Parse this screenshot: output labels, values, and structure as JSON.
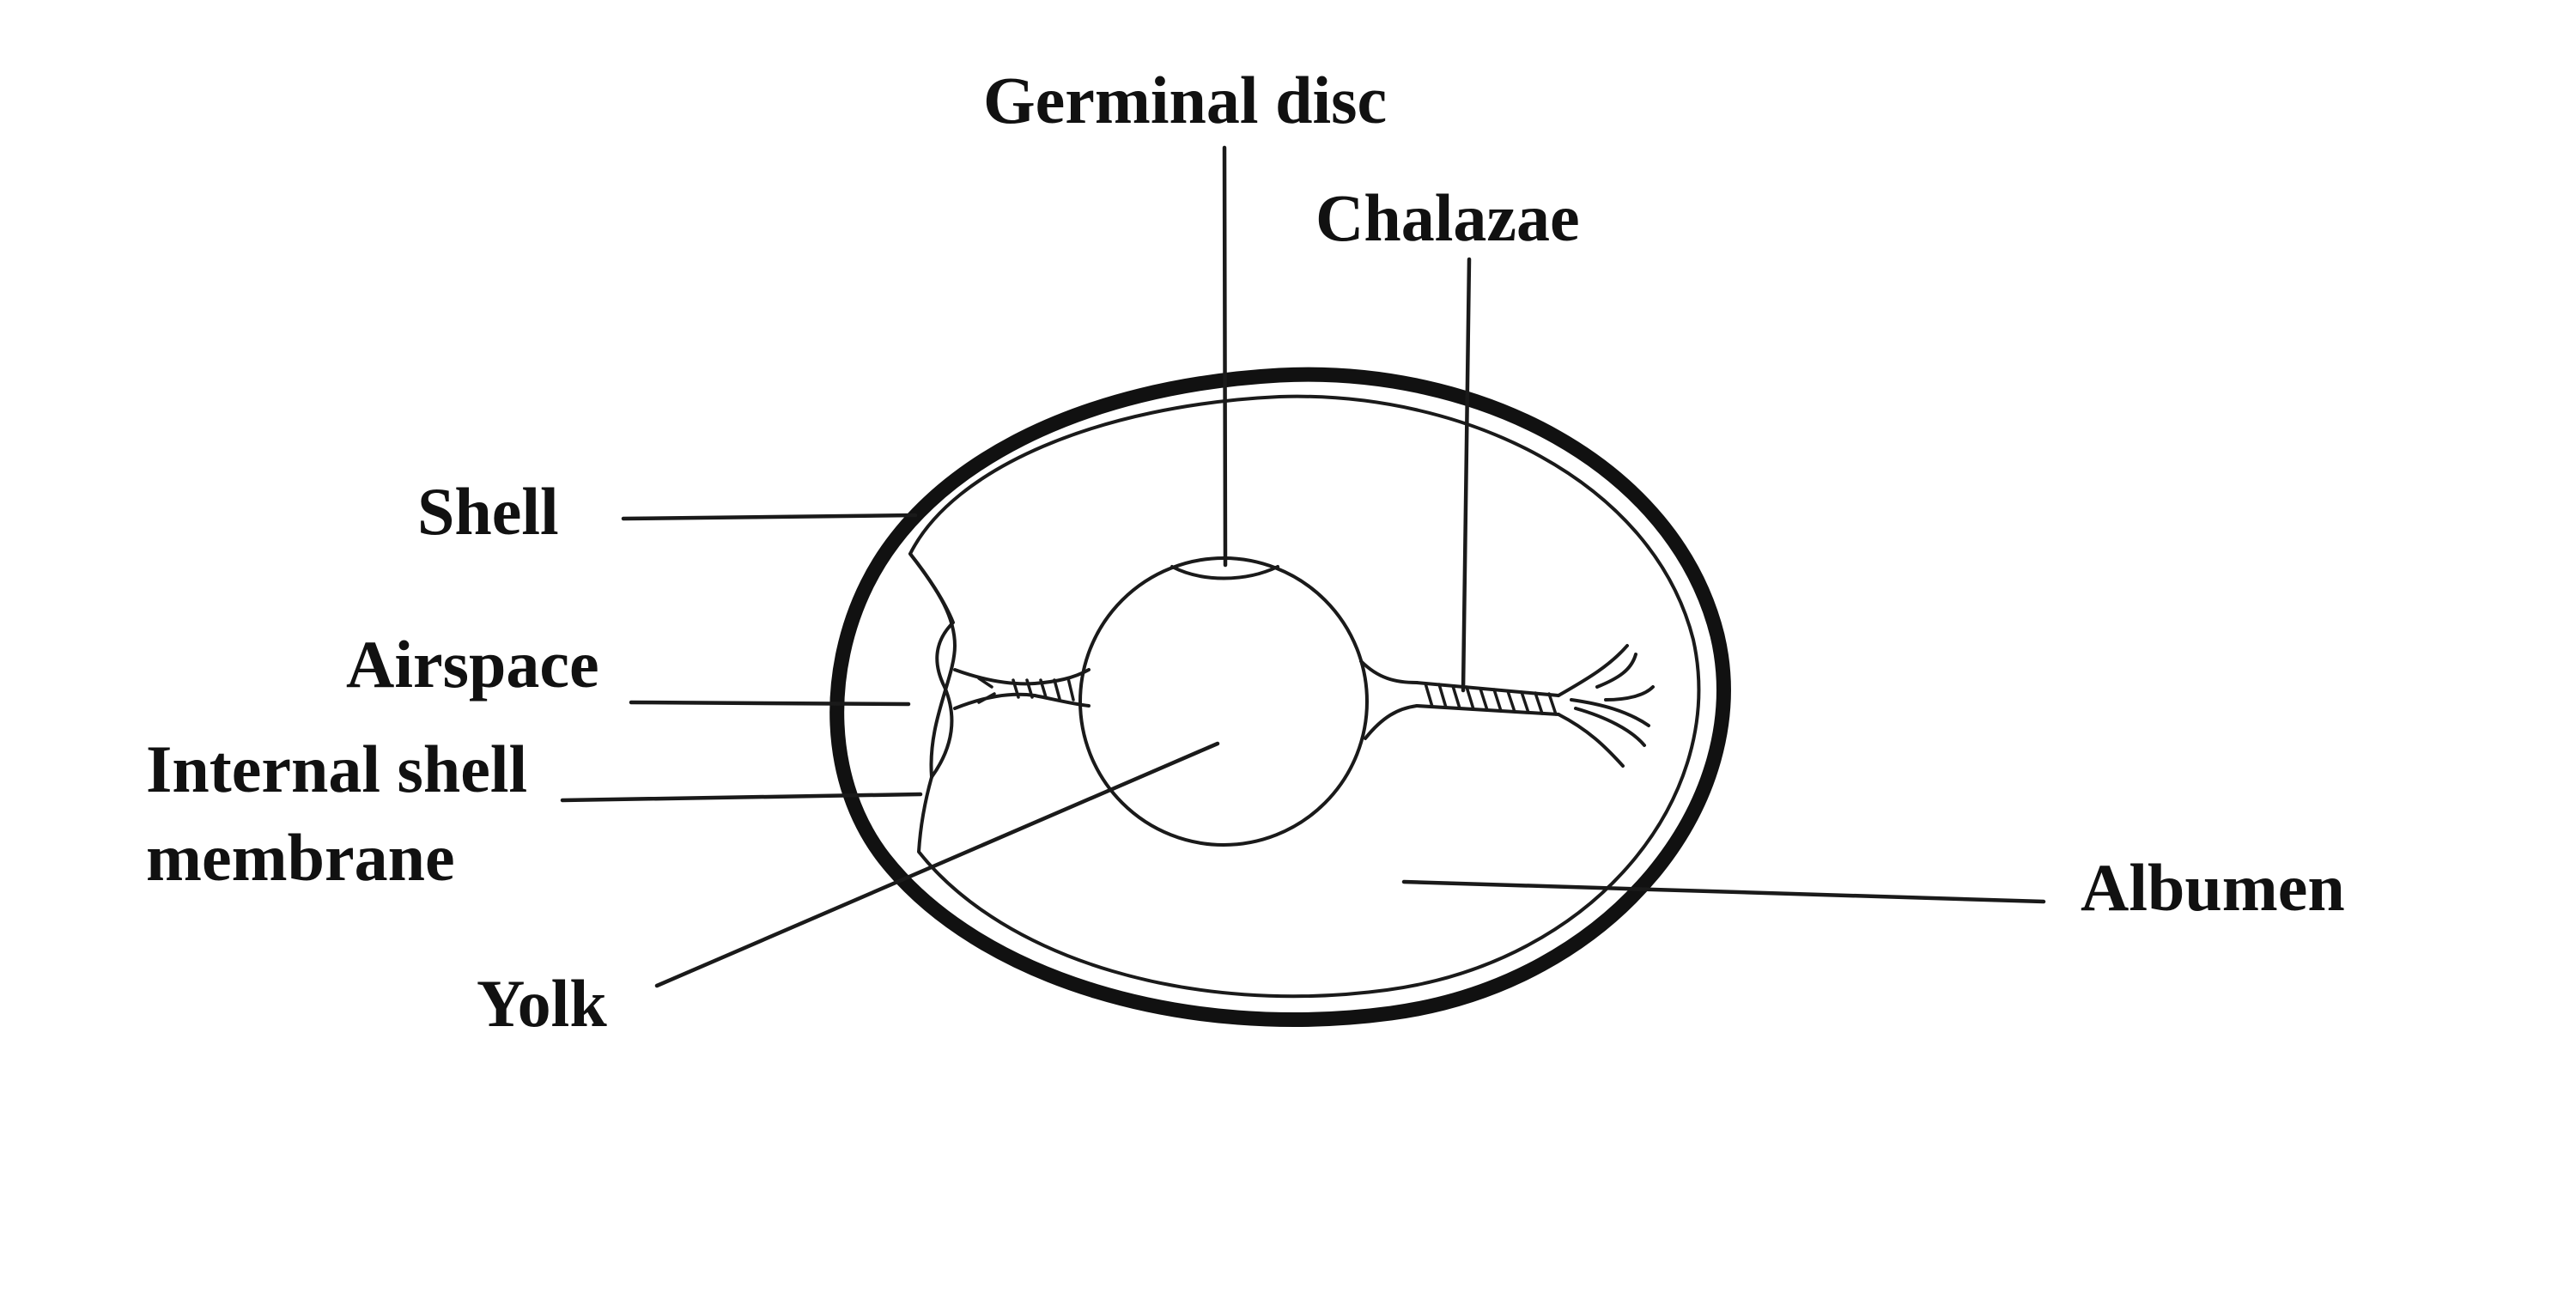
{
  "labels": {
    "germinal_disc": "Germinal disc",
    "chalazae": "Chalazae",
    "shell": "Shell",
    "airspace": "Airspace",
    "internal_shell_membrane_line1": "Internal shell",
    "internal_shell_membrane_line2": "membrane",
    "yolk": "Yolk",
    "albumen": "Albumen"
  },
  "colors": {
    "background": "#ffffff",
    "ink": "#111111"
  }
}
